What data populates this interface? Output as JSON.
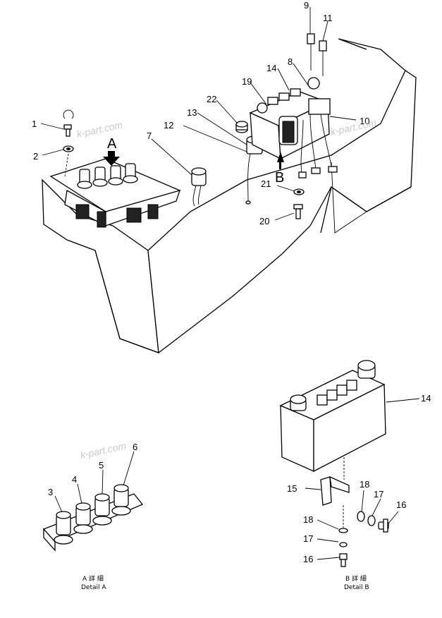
{
  "watermarks": [
    "k-part.com",
    "k-part.com",
    "k-part.com"
  ],
  "view_letters": {
    "a": "A",
    "b": "B"
  },
  "callouts": {
    "main": {
      "c1": "1",
      "c2": "2",
      "c7": "7",
      "c8": "8",
      "c9": "9",
      "c10": "10",
      "c11": "11",
      "c12": "12",
      "c13": "13",
      "c14": "14",
      "c19": "19",
      "c20": "20",
      "c21": "21",
      "c22": "22"
    },
    "detail_a": {
      "c3": "3",
      "c4": "4",
      "c5": "5",
      "c6": "6"
    },
    "detail_b": {
      "c14": "14",
      "c15": "15",
      "c16a": "16",
      "c16b": "16",
      "c17a": "17",
      "c17b": "17",
      "c18a": "18",
      "c18b": "18"
    }
  },
  "captions": {
    "detail_a": {
      "jp": "A 詳 細",
      "en": "Detail A"
    },
    "detail_b": {
      "jp": "B 詳 細",
      "en": "Detail B"
    }
  }
}
